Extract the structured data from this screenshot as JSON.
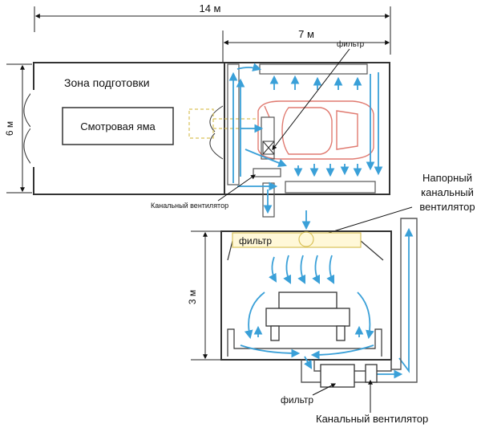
{
  "dimensions": {
    "total_length": "14 м",
    "booth_length": "7 м",
    "width": "6 м",
    "height": "3 м"
  },
  "labels": {
    "prep_zone": "Зона подготовки",
    "inspection_pit": "Смотровая яма",
    "filter_top": "фильтр",
    "duct_fan_small": "Канальный вентилятор",
    "pressure_fan_line1": "Напорный",
    "pressure_fan_line2": "канальный",
    "pressure_fan_line3": "вентилятор",
    "filter_section": "фильтр",
    "filter_bottom": "фильтр",
    "duct_fan_bottom": "Канальный вентилятор"
  },
  "colors": {
    "airflow": "#3aa0d8",
    "car_outline": "#e07a70",
    "filter_fill": "#fff8d8",
    "filter_stroke": "#d9c25a",
    "wall": "#333333",
    "duct": "#555555"
  }
}
